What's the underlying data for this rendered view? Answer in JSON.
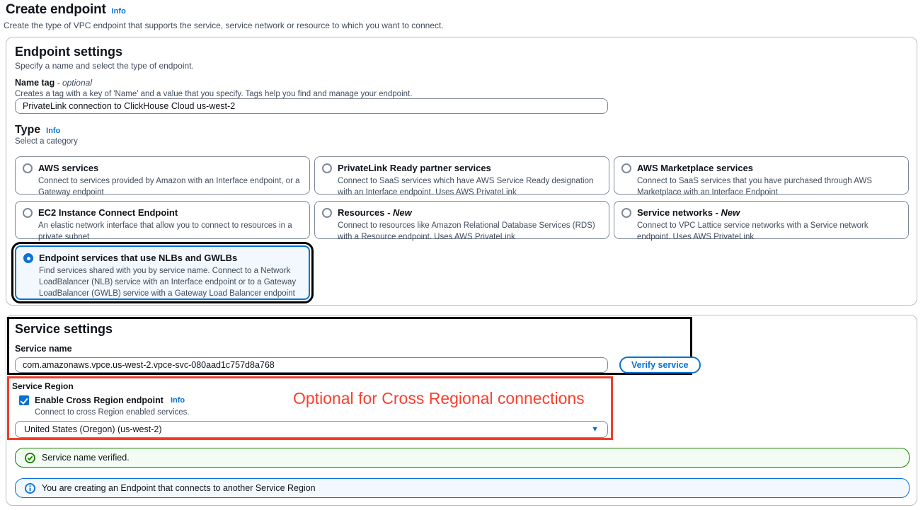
{
  "page": {
    "title": "Create endpoint",
    "info_label": "Info",
    "description": "Create the type of VPC endpoint that supports the service, service network or resource to which you want to connect."
  },
  "endpoint_settings": {
    "heading": "Endpoint settings",
    "subheading": "Specify a name and select the type of endpoint.",
    "name_tag": {
      "label": "Name tag",
      "optional_suffix": " - optional",
      "help": "Creates a tag with a key of 'Name' and a value that you specify. Tags help you find and manage your endpoint.",
      "value": "PrivateLink connection to ClickHouse Cloud us-west-2"
    },
    "type": {
      "label": "Type",
      "info_label": "Info",
      "help": "Select a category",
      "options": [
        {
          "title": "AWS services",
          "suffix": "",
          "description": "Connect to services provided by Amazon with an Interface endpoint, or a Gateway endpoint",
          "selected": false
        },
        {
          "title": "PrivateLink Ready partner services",
          "suffix": "",
          "description": "Connect to SaaS services which have AWS Service Ready designation with an Interface endpoint. Uses AWS PrivateLink",
          "selected": false
        },
        {
          "title": "AWS Marketplace services",
          "suffix": "",
          "description": "Connect to SaaS services that you have purchased through AWS Marketplace with an Interface Endpoint",
          "selected": false
        },
        {
          "title": "EC2 Instance Connect Endpoint",
          "suffix": "",
          "description": "An elastic network interface that allow you to connect to resources in a private subnet",
          "selected": false
        },
        {
          "title": "Resources",
          "suffix": " - New",
          "description": "Connect to resources like Amazon Relational Database Services (RDS) with a Resource endpoint. Uses AWS PrivateLink",
          "selected": false
        },
        {
          "title": "Service networks",
          "suffix": " - New",
          "description": "Connect to VPC Lattice service networks with a Service network endpoint. Uses AWS PrivateLink",
          "selected": false
        },
        {
          "title": "Endpoint services that use NLBs and GWLBs",
          "suffix": "",
          "description": "Find services shared with you by service name. Connect to a Network LoadBalancer (NLB) service with an Interface endpoint or to a Gateway LoadBalancer (GWLB) service with a Gateway Load Balancer endpoint",
          "selected": true
        }
      ]
    }
  },
  "service_settings": {
    "heading": "Service settings",
    "service_name": {
      "label": "Service name",
      "value": "com.amazonaws.vpce.us-west-2.vpce-svc-080aad1c757d8a768"
    },
    "verify_button_label": "Verify service",
    "service_region": {
      "label": "Service Region",
      "checkbox_label": "Enable Cross Region endpoint",
      "checkbox_checked": true,
      "info_label": "Info",
      "help": "Connect to cross Region enabled services.",
      "selected_region": "United States (Oregon) (us-west-2)"
    }
  },
  "annotations": {
    "cross_region_note": "Optional for Cross Regional connections"
  },
  "alerts": {
    "success_message": "Service name verified.",
    "info_message": "You are creating an Endpoint that connects to another Service Region"
  },
  "colors": {
    "accent_blue": "#0972d3",
    "success_green": "#1d8102",
    "annotation_red": "#f43b2a",
    "annotation_black": "#000000",
    "selected_card_bg": "#f2f8fd"
  }
}
